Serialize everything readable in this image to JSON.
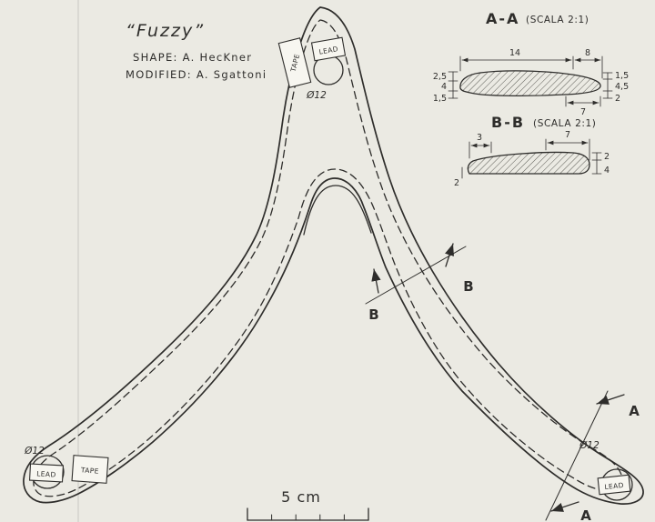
{
  "colors": {
    "paper": "#ebeae3",
    "ink": "#2e2d2b"
  },
  "header": {
    "title": "“Fuzzy”",
    "shape_line": "SHAPE: A. HecKner",
    "modified_line": "MODIFIED: A. Sgattoni"
  },
  "section_aa": {
    "label": "A-A",
    "scale_note": "(SCALA 2:1)",
    "dim_top_left": "14",
    "dim_top_right": "8",
    "dim_left_top": "2,5",
    "dim_left_mid": "4",
    "dim_left_bottom": "1,5",
    "dim_right_top": "1,5",
    "dim_right_mid": "4,5",
    "dim_right_bottom": "2",
    "dim_bottom": "7"
  },
  "section_bb": {
    "label": "B-B",
    "scale_note": "(SCALA 2:1)",
    "dim_top_left": "3",
    "dim_top_right": "7",
    "dim_right_top": "2",
    "dim_right_bottom": "4",
    "dim_bottom_left": "2"
  },
  "annotations": {
    "lead": "LEAD",
    "tape": "TAPE",
    "diameter": "Ø12",
    "section_a": "A",
    "section_b": "B"
  },
  "scale_bar": {
    "label": "5 cm"
  }
}
